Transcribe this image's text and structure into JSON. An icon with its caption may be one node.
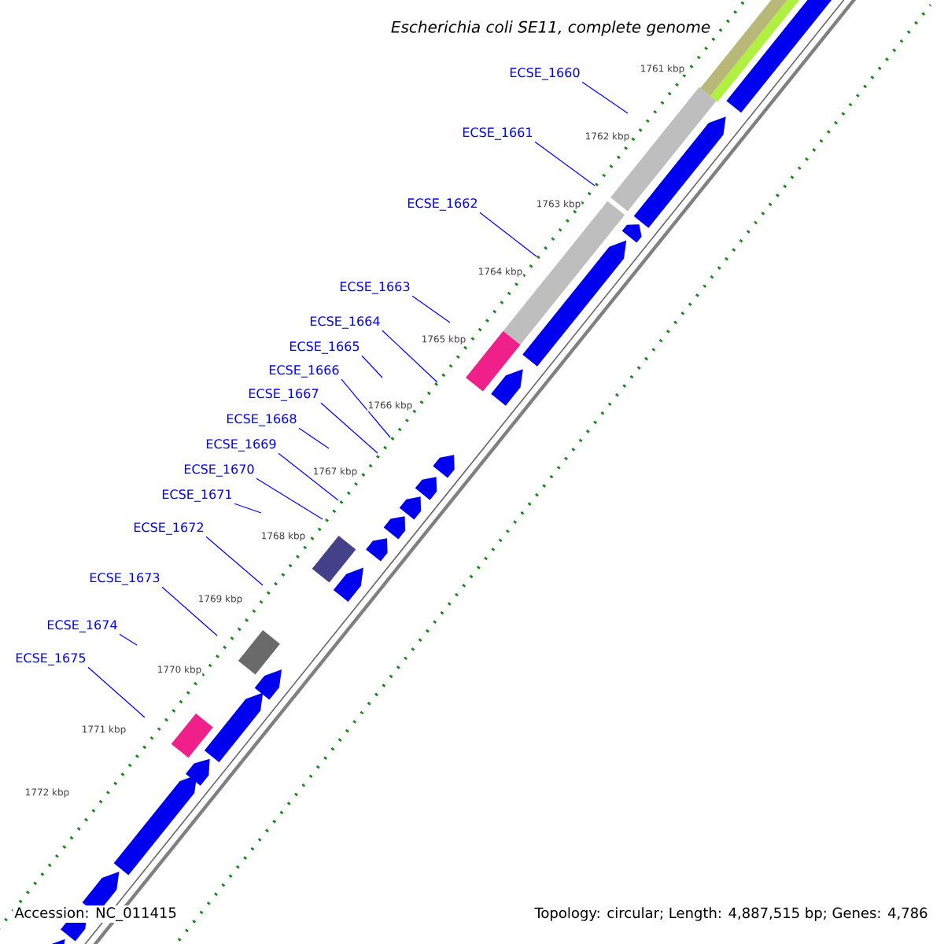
{
  "diagram": {
    "title": "Escherichia coli SE11, complete genome",
    "nodes": [
      {
        "text": [
          "ECSE_1660"
        ]
      },
      {
        "text": [
          "ECSE_1661"
        ]
      },
      {
        "text": [
          "ECSE_1662"
        ]
      },
      {
        "text": [
          "ECSE_1663"
        ]
      },
      {
        "text": [
          "ECSE_1664"
        ]
      },
      {
        "text": [
          "ECSE_1665"
        ]
      },
      {
        "text": [
          "ECSE_1666"
        ]
      },
      {
        "text": [
          "ECSE_1667"
        ]
      },
      {
        "text": [
          "ECSE_1668"
        ]
      },
      {
        "text": [
          "ECSE_1669"
        ]
      },
      {
        "text": [
          "ECSE_1670"
        ]
      },
      {
        "text": [
          "ECSE_1671"
        ]
      },
      {
        "text": [
          "ECSE_1672"
        ]
      },
      {
        "text": [
          "ECSE_1673"
        ]
      },
      {
        "text": [
          "ECSE_1674"
        ]
      },
      {
        "text": [
          "ECSE_1675"
        ]
      }
    ],
    "edges": [
      {
        "from": 0,
        "to": null,
        "arrow": "none"
      },
      {
        "from": 1,
        "to": null,
        "arrow": "none"
      },
      {
        "from": 2,
        "to": null,
        "arrow": "none"
      },
      {
        "from": 3,
        "to": null,
        "arrow": "none"
      },
      {
        "from": 4,
        "to": null,
        "arrow": "none"
      },
      {
        "from": 5,
        "to": null,
        "arrow": "none"
      },
      {
        "from": 6,
        "to": null,
        "arrow": "none"
      },
      {
        "from": 7,
        "to": null,
        "arrow": "none"
      },
      {
        "from": 8,
        "to": null,
        "arrow": "none"
      },
      {
        "from": 9,
        "to": null,
        "arrow": "none"
      },
      {
        "from": 10,
        "to": null,
        "arrow": "none"
      },
      {
        "from": 11,
        "to": null,
        "arrow": "none"
      },
      {
        "from": 12,
        "to": null,
        "arrow": "none"
      },
      {
        "from": 13,
        "to": null,
        "arrow": "none"
      },
      {
        "from": 14,
        "to": null,
        "arrow": "none"
      },
      {
        "from": 15,
        "to": null,
        "arrow": "none"
      }
    ],
    "labels": [
      "1761 kbp",
      "1762 kbp",
      "1763 kbp",
      "1764 kbp",
      "1765 kbp",
      "1766 kbp",
      "1767 kbp",
      "1768 kbp",
      "1769 kbp",
      "1770 kbp",
      "1771 kbp",
      "1772 kbp",
      "Accession: NC_011415",
      "Topology: circular; Length: 4,887,515 bp; Genes: 4,786"
    ]
  }
}
